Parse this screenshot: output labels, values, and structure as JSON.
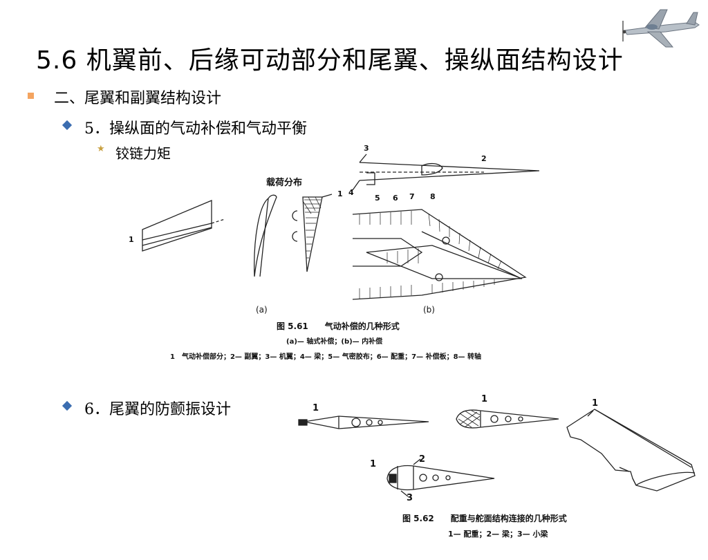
{
  "title": "5.6 机翼前、后缘可动部分和尾翼、操纵面结构设计",
  "bullets": {
    "level1": "二、尾翼和副翼结构设计",
    "item5": "5．操纵面的气动补偿和气动平衡",
    "item5_sub": "铰链力矩",
    "item6": "6．尾翼的防颤振设计"
  },
  "figure61": {
    "load_label": "载荷分布",
    "label_a": "(a)",
    "label_b": "(b)",
    "caption_title": "图 5.61　　气动补偿的几种形式",
    "caption_sub": "(a)— 轴式补偿；(b)— 内补偿",
    "caption_legend": "1　气动补偿部分；2— 副翼；3— 机翼；4— 梁；5— 气密胶布；6— 配重；7— 补偿板；8— 转轴",
    "numbers": [
      "1",
      "1",
      "2",
      "3",
      "4",
      "5",
      "6",
      "7",
      "8"
    ]
  },
  "figure62": {
    "caption_title": "图 5.62　　配重与舵面结构连接的几种形式",
    "caption_legend": "1— 配重；2— 梁；3— 小梁",
    "numbers": [
      "1",
      "1",
      "1",
      "1",
      "2",
      "3"
    ]
  },
  "icons": [
    "plane-icon",
    "square-bullet-icon",
    "diamond-bullet-icon",
    "star-bullet-icon"
  ]
}
